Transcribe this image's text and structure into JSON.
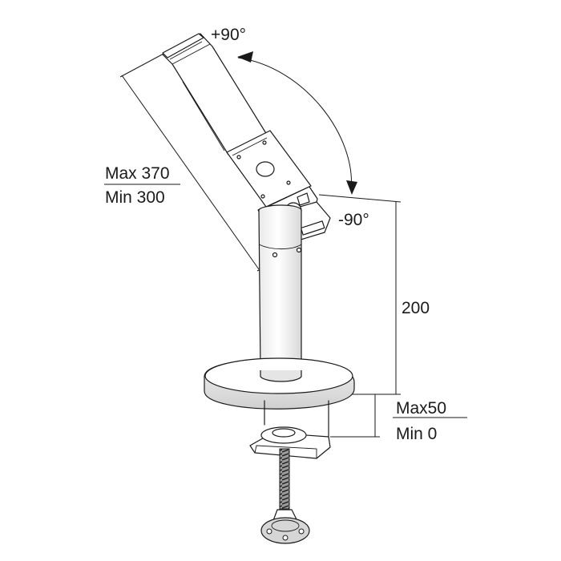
{
  "labels": {
    "angle_plus": "+90°",
    "angle_minus": "-90°",
    "length_max": "Max 370",
    "length_min": "Min 300",
    "height": "200",
    "clamp_max": "Max50",
    "clamp_min": "Min 0"
  }
}
